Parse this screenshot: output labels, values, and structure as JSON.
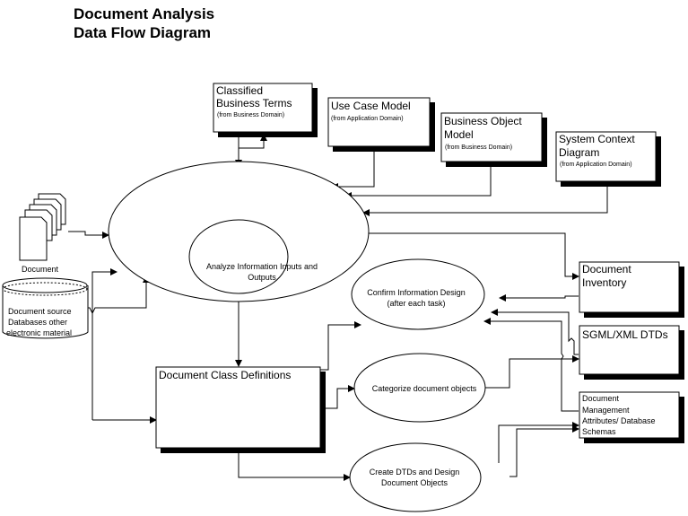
{
  "title": {
    "line1": "Document Analysis",
    "line2": "Data Flow Diagram"
  },
  "boxes": {
    "classified": {
      "title_lines": [
        "Classified",
        "Business Terms"
      ],
      "sub": "(from Business Domain)"
    },
    "use_case": {
      "title_lines": [
        "Use Case Model"
      ],
      "sub": "(from Application Domain)"
    },
    "business_object": {
      "title_lines": [
        "Business Object",
        "Model"
      ],
      "sub": "(from Business Domain)"
    },
    "system_context": {
      "title_lines": [
        "System Context",
        "Diagram"
      ],
      "sub": "(from Application Domain)"
    },
    "document_inventory": {
      "title_lines": [
        "Document",
        "Inventory"
      ]
    },
    "sgml_dtds": {
      "title_lines": [
        "SGML/XML DTDs"
      ]
    },
    "doc_mgmt": {
      "title_lines": [
        "Document",
        "Management",
        "Attributes/ Database",
        "Schemas"
      ]
    },
    "doc_class": {
      "title_lines": [
        "Document Class Definitions"
      ]
    }
  },
  "processes": {
    "analyze": {
      "lines": [
        "Analyze Information Inputs and",
        "Outputs"
      ]
    },
    "confirm": {
      "lines": [
        "Confirm Information Design",
        "(after each task)"
      ]
    },
    "categorize": {
      "lines": [
        "Categorize document objects"
      ]
    },
    "create_dtds": {
      "lines": [
        "Create DTDs and Design",
        "Document Objects"
      ]
    }
  },
  "sources": {
    "document": {
      "label": "Document"
    },
    "database": {
      "lines": [
        "Document source",
        "Databases other",
        "electronic material"
      ]
    }
  }
}
